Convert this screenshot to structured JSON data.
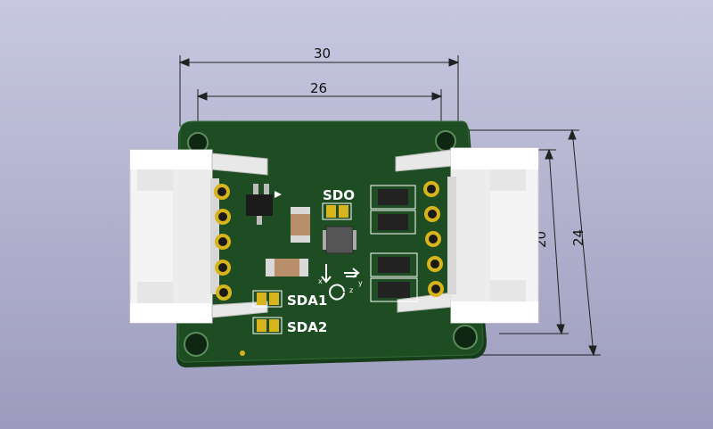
{
  "dimensions": {
    "top_outer": "30",
    "top_inner": "26",
    "right_inner": "20",
    "right_outer": "24"
  },
  "labels": {
    "sdo": "SDO",
    "sda1": "SDA1",
    "sda2": "SDA2"
  },
  "axes": {
    "x": "x",
    "y": "y",
    "z": "z"
  },
  "colors": {
    "pcb": "#1f4d23",
    "gold": "#d8b41c",
    "connector": "#f2f2f2"
  }
}
